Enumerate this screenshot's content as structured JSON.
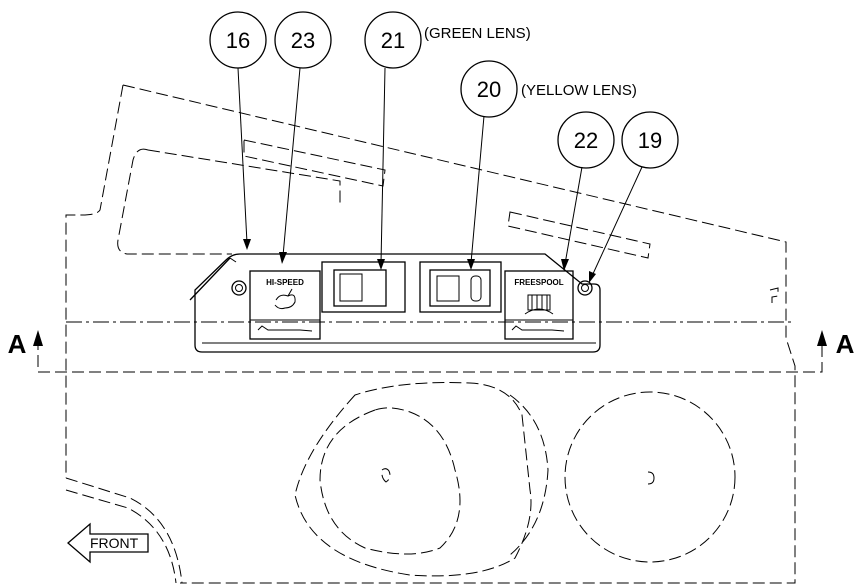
{
  "callouts": [
    {
      "id": "16",
      "label": "16"
    },
    {
      "id": "23",
      "label": "23"
    },
    {
      "id": "21",
      "label": "21",
      "note": "(GREEN LENS)"
    },
    {
      "id": "20",
      "label": "20",
      "note": "(YELLOW LENS)"
    },
    {
      "id": "22",
      "label": "22"
    },
    {
      "id": "19",
      "label": "19"
    }
  ],
  "section_marker": {
    "left": "A",
    "right": "A"
  },
  "panel": {
    "hi_speed_label": "HI-SPEED",
    "freespool_label": "FREESPOOL"
  },
  "front_arrow": {
    "label": "FRONT"
  }
}
